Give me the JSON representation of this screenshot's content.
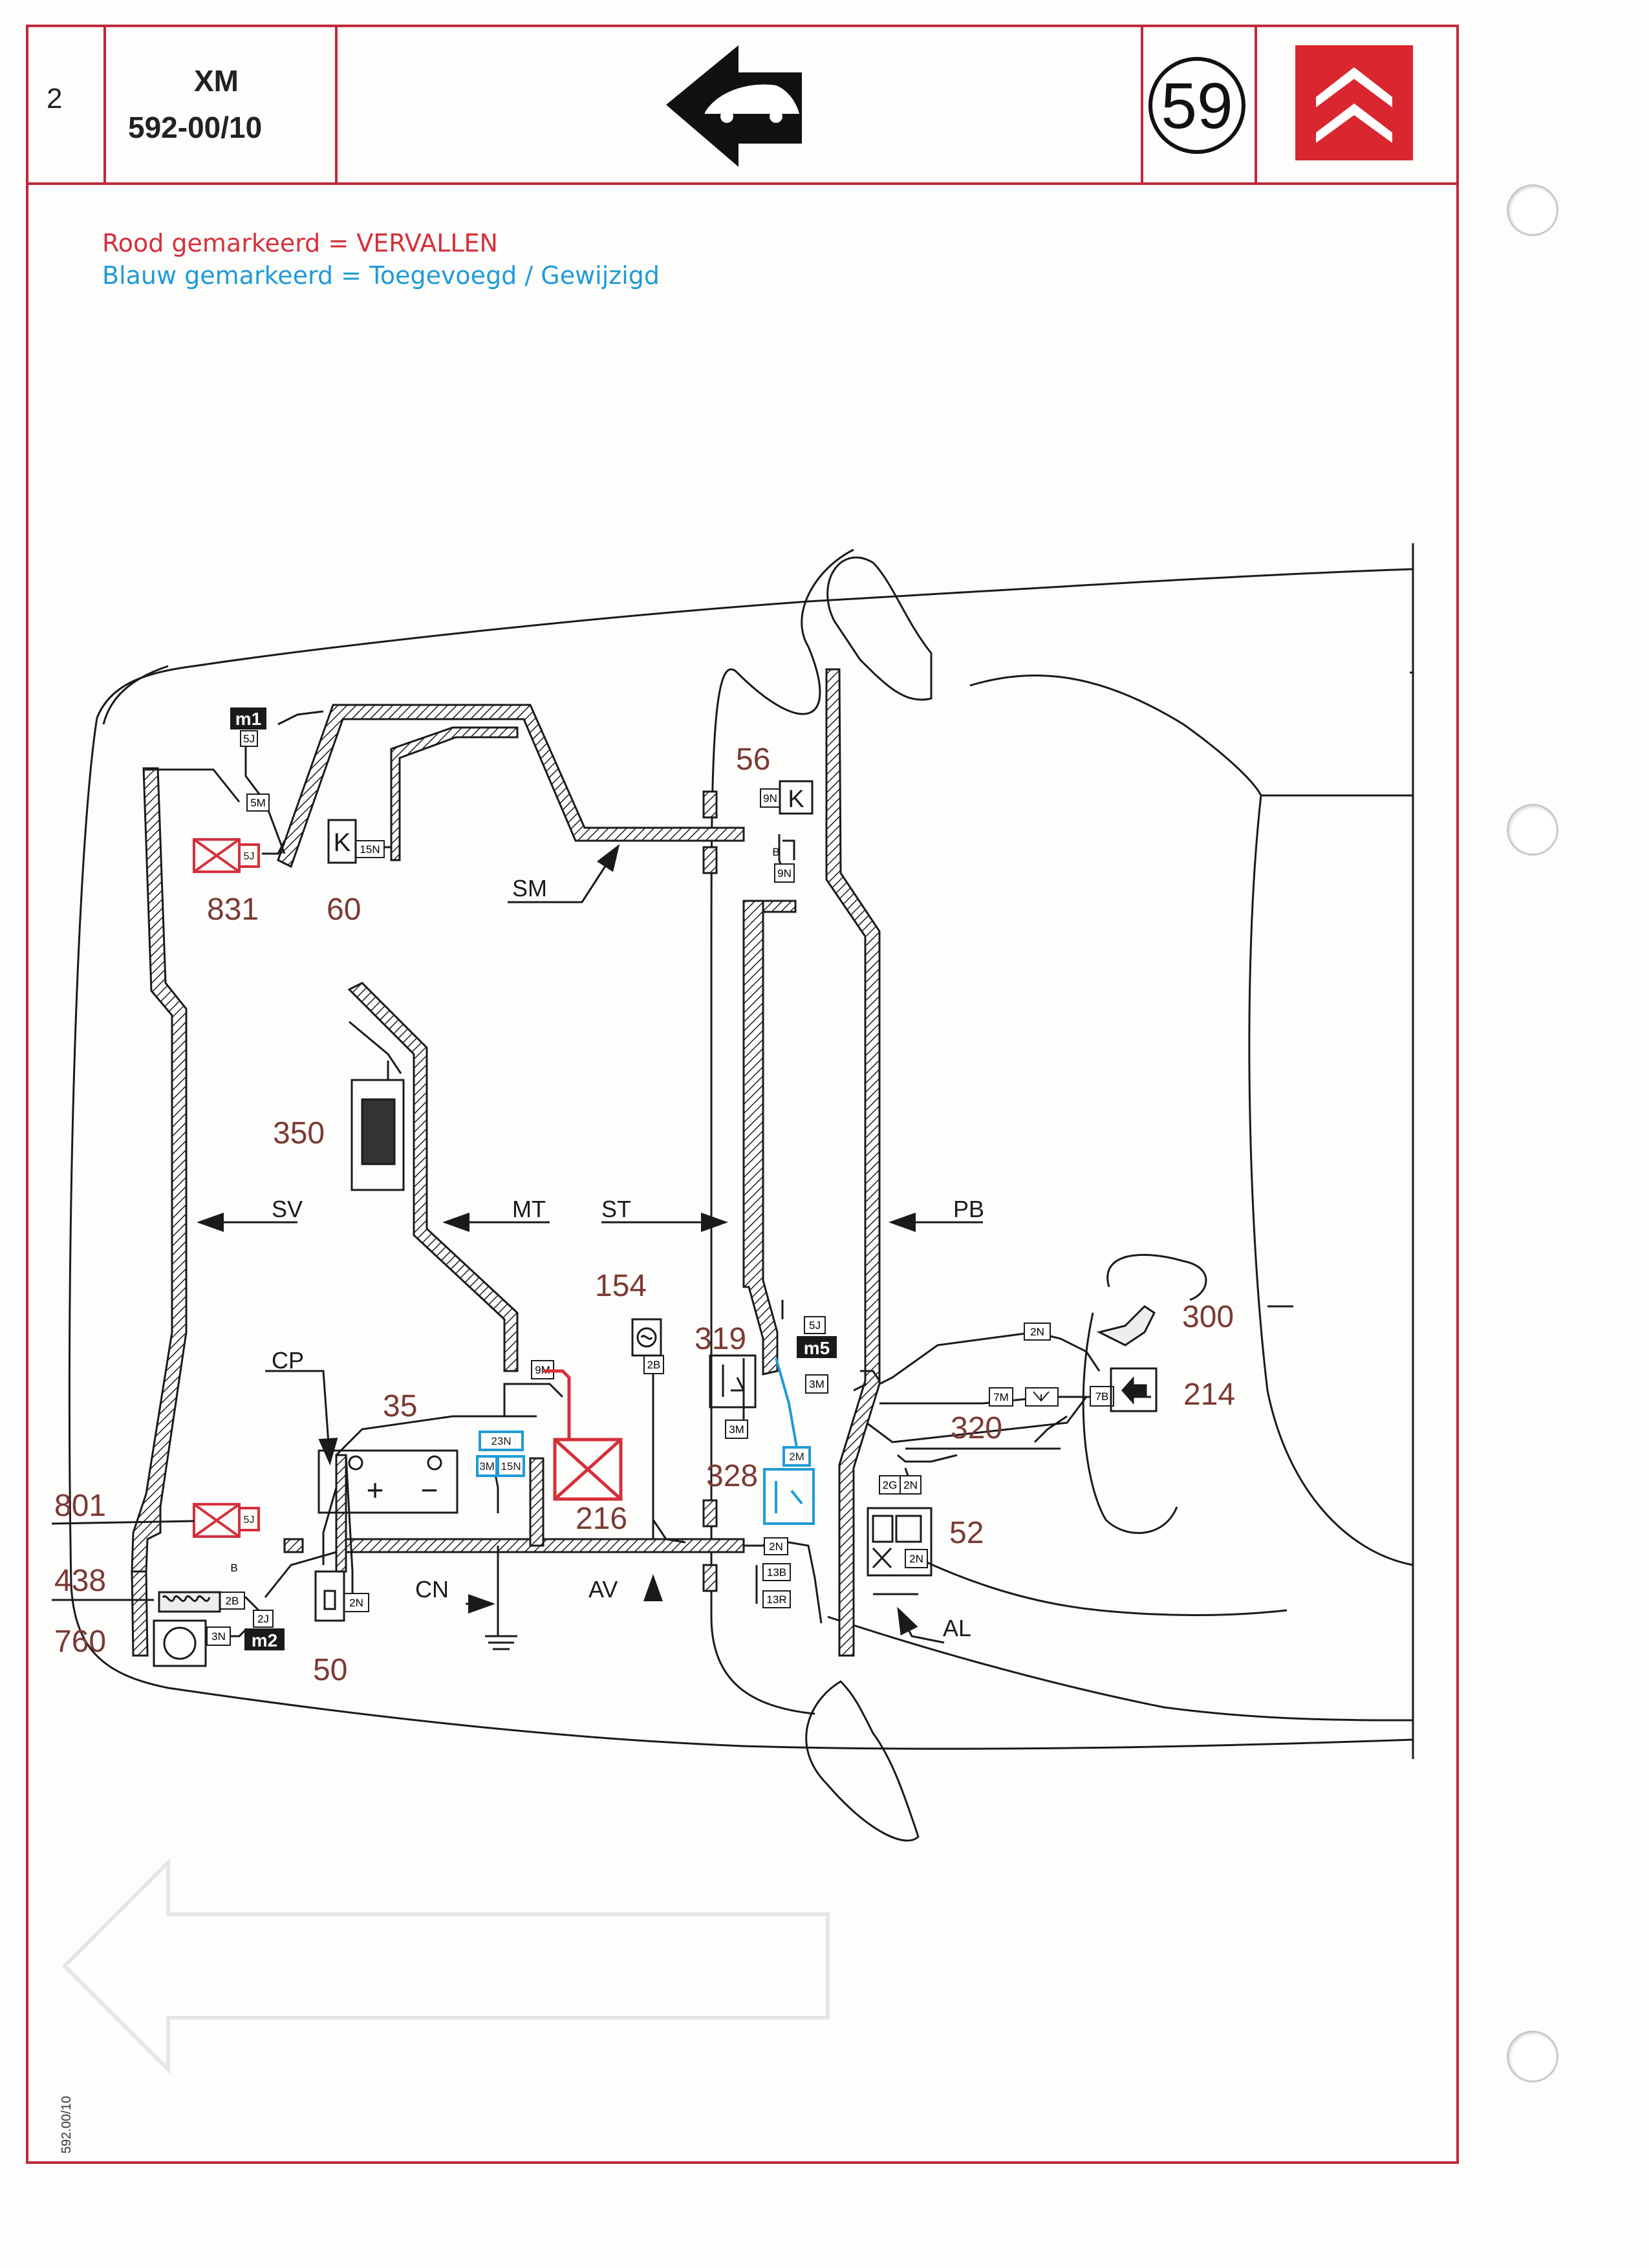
{
  "header": {
    "page_number": "2",
    "model": "XM",
    "reference": "592-00/10",
    "circled_number": "59"
  },
  "legend": {
    "removed": "Rood gemarkeerd = VERVALLEN",
    "added": "Blauw gemarkeerd = Toegevoegd / Gewijzigd"
  },
  "colors": {
    "frame": "#c0283a",
    "removed": "#d5303a",
    "added": "#1f9bd6",
    "linework": "#1a1a1a",
    "component_numbers": "#7a3a33"
  },
  "diagram": {
    "components": [
      {
        "id": "831",
        "label": "831",
        "status": "removed"
      },
      {
        "id": "60",
        "label": "60"
      },
      {
        "id": "56",
        "label": "56"
      },
      {
        "id": "350",
        "label": "350"
      },
      {
        "id": "154",
        "label": "154"
      },
      {
        "id": "319",
        "label": "319"
      },
      {
        "id": "300",
        "label": "300"
      },
      {
        "id": "35",
        "label": "35"
      },
      {
        "id": "214",
        "label": "214"
      },
      {
        "id": "320",
        "label": "320"
      },
      {
        "id": "328",
        "label": "328",
        "status": "added"
      },
      {
        "id": "216",
        "label": "216",
        "status": "removed"
      },
      {
        "id": "52",
        "label": "52"
      },
      {
        "id": "801",
        "label": "801",
        "status": "removed"
      },
      {
        "id": "438",
        "label": "438"
      },
      {
        "id": "760",
        "label": "760"
      },
      {
        "id": "50",
        "label": "50"
      }
    ],
    "harnesses": [
      {
        "code": "SM"
      },
      {
        "code": "SV"
      },
      {
        "code": "MT"
      },
      {
        "code": "ST"
      },
      {
        "code": "PB"
      },
      {
        "code": "CP"
      },
      {
        "code": "CN"
      },
      {
        "code": "AV"
      },
      {
        "code": "AL"
      }
    ],
    "connectors": {
      "m1": "m1",
      "m2": "m2",
      "m5": "m5",
      "c_5J_top": "5J",
      "c_5M": "5M",
      "c_5J_831": "5J",
      "c_15N": "15N",
      "c_9N_a": "9N",
      "c_B_56": "B",
      "c_9N_b": "9N",
      "c_5J_m5": "5J",
      "c_3M_pb": "3M",
      "c_2N_300": "2N",
      "c_7M": "7M",
      "c_7B": "7B",
      "c_9M": "9M",
      "c_23N": "23N",
      "c_3M_35": "3M",
      "c_15N_35": "15N",
      "c_2B_154": "2B",
      "c_3M_319": "3M",
      "c_2M_328": "2M",
      "c_2G": "2G",
      "c_2N_52a": "2N",
      "c_2N_52b": "2N",
      "c_2N_av": "2N",
      "c_13B": "13B",
      "c_13R": "13R",
      "c_5J_801": "5J",
      "c_B_438": "B",
      "c_2B_438": "2B",
      "c_3N_760": "3N",
      "c_2J": "2J",
      "c_2N_50": "2N"
    },
    "battery": {
      "plus": "+",
      "minus": "−"
    },
    "relay_glyph": "K"
  },
  "footer": {
    "side_reference": "592.00/10"
  }
}
